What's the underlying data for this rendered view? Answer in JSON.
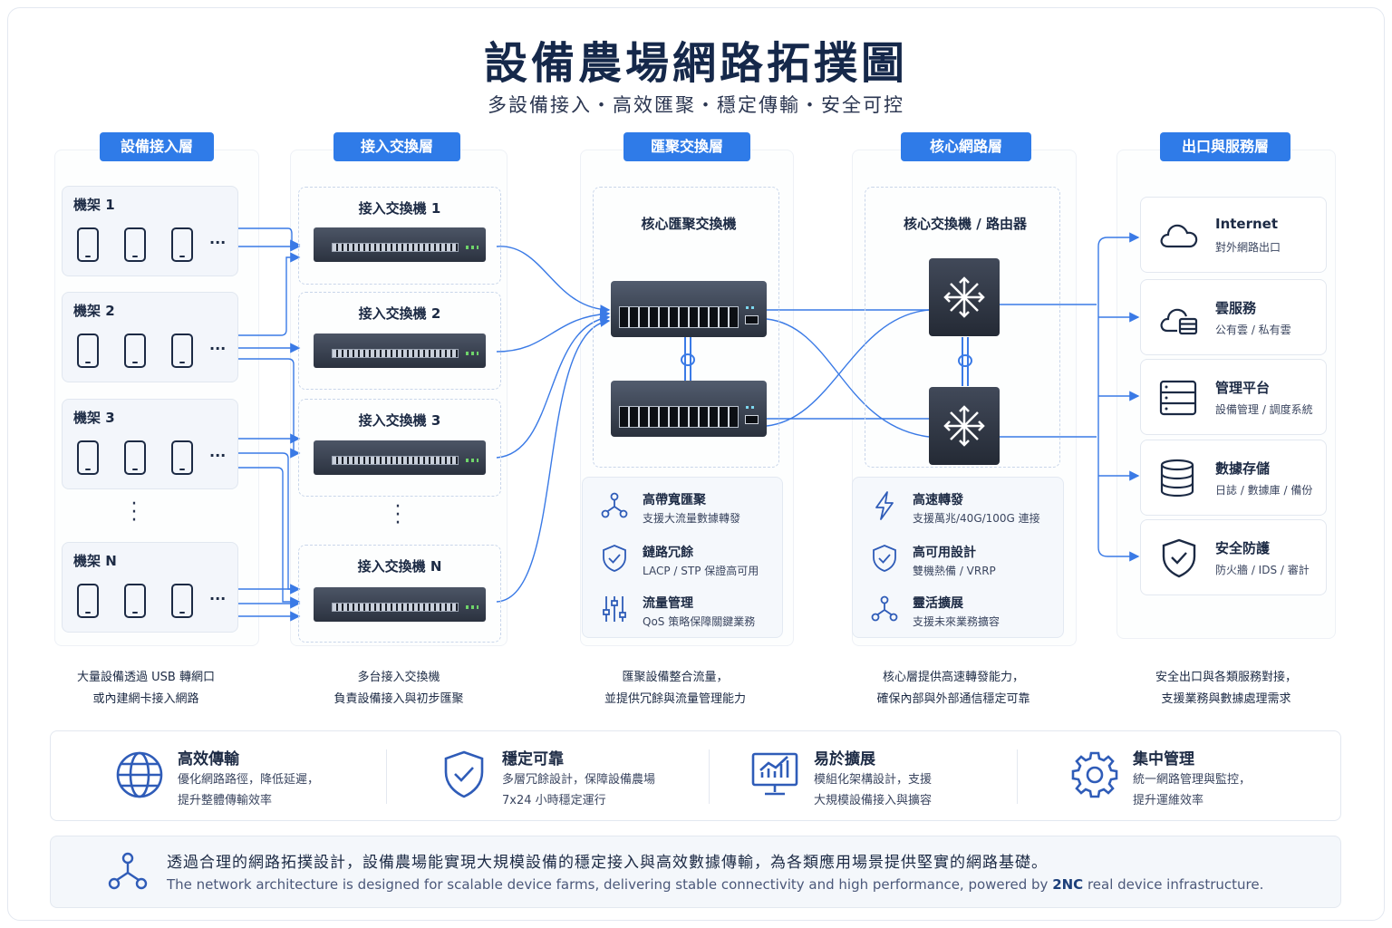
{
  "title": "設備農場網路拓撲圖",
  "subtitle": "多設備接入・高效匯聚・穩定傳輸・安全可控",
  "layers": {
    "device": "設備接入層",
    "access": "接入交換層",
    "aggregation": "匯聚交換層",
    "core": "核心網路層",
    "egress": "出口與服務層"
  },
  "racks": [
    "機架 1",
    "機架 2",
    "機架 3",
    "機架 N"
  ],
  "rack_more": "···",
  "access_switches": [
    "接入交換機 1",
    "接入交換機 2",
    "接入交換機 3",
    "接入交換機 N"
  ],
  "aggregation": {
    "title": "核心匯聚交換機",
    "features": [
      {
        "title": "高帶寬匯聚",
        "desc": "支援大流量數據轉發",
        "icon": "topology-icon"
      },
      {
        "title": "鏈路冗餘",
        "desc": "LACP / STP 保證高可用",
        "icon": "shield-check-icon"
      },
      {
        "title": "流量管理",
        "desc": "QoS 策略保障關鍵業務",
        "icon": "sliders-icon"
      }
    ]
  },
  "core": {
    "title": "核心交換機 / 路由器",
    "features": [
      {
        "title": "高速轉發",
        "desc": "支援萬兆/40G/100G 連接",
        "icon": "lightning-icon"
      },
      {
        "title": "高可用設計",
        "desc": "雙機熱備 / VRRP",
        "icon": "shield-check-icon"
      },
      {
        "title": "靈活擴展",
        "desc": "支援未來業務擴容",
        "icon": "topology-icon"
      }
    ]
  },
  "services": [
    {
      "title": "Internet",
      "desc": "對外網路出口",
      "icon": "cloud-icon"
    },
    {
      "title": "雲服務",
      "desc": "公有雲 / 私有雲",
      "icon": "cloud-server-icon"
    },
    {
      "title": "管理平台",
      "desc": "設備管理 / 調度系統",
      "icon": "server-rack-icon"
    },
    {
      "title": "數據存儲",
      "desc": "日誌 / 數據庫 / 備份",
      "icon": "database-icon"
    },
    {
      "title": "安全防護",
      "desc": "防火牆 / IDS / 審計",
      "icon": "shield-check-icon"
    }
  ],
  "captions": [
    {
      "line1": "大量設備透過 USB 轉網口",
      "line2": "或內建網卡接入網路"
    },
    {
      "line1": "多台接入交換機",
      "line2": "負責設備接入與初步匯聚"
    },
    {
      "line1": "匯聚設備整合流量，",
      "line2": "並提供冗餘與流量管理能力"
    },
    {
      "line1": "核心層提供高速轉發能力，",
      "line2": "確保內部與外部通信穩定可靠"
    },
    {
      "line1": "安全出口與各類服務對接，",
      "line2": "支援業務與數據處理需求"
    }
  ],
  "benefits": [
    {
      "title": "高效傳輸",
      "line1": "優化網路路徑，降低延遲，",
      "line2": "提升整體傳輸效率",
      "icon": "globe-icon"
    },
    {
      "title": "穩定可靠",
      "line1": "多層冗餘設計，保障設備農場",
      "line2": "7x24 小時穩定運行",
      "icon": "shield-check-icon"
    },
    {
      "title": "易於擴展",
      "line1": "模組化架構設計，支援",
      "line2": "大規模設備接入與擴容",
      "icon": "monitor-chart-icon"
    },
    {
      "title": "集中管理",
      "line1": "統一網路管理與監控，",
      "line2": "提升運維效率",
      "icon": "gear-icon"
    }
  ],
  "footer": {
    "zh": "透過合理的網路拓撲設計，設備農場能實現大規模設備的穩定接入與高效數據傳輸，為各類應用場景提供堅實的網路基礎。",
    "en_before": "The network architecture is designed for scalable device farms, delivering stable connectivity and high performance, powered by ",
    "en_brand": "2NC",
    "en_after": " real device infrastructure."
  },
  "colors": {
    "accent": "#2f7be8",
    "dark": "#15284a",
    "wire": "#3a7ae6"
  }
}
